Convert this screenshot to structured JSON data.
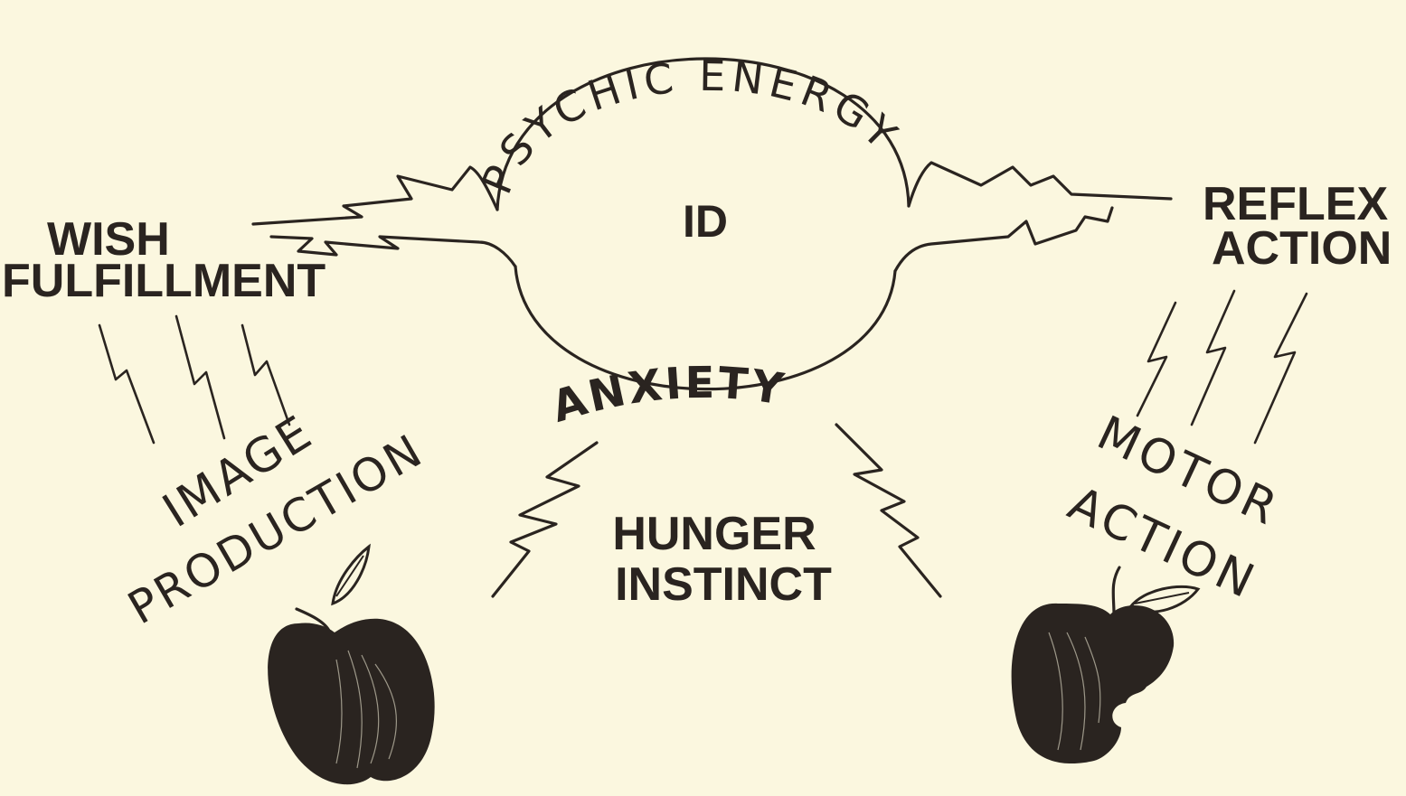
{
  "labels": {
    "psychic_energy": "PSYCHIC ENERGY",
    "id": "ID",
    "wish_line1": "WISH",
    "wish_line2": "FULFILLMENT",
    "reflex_line1": "REFLEX",
    "reflex_line2": "ACTION",
    "anxiety": "ANXIETY",
    "hunger_line1": "HUNGER",
    "hunger_line2": "INSTINCT",
    "image_line1": "IMAGE",
    "image_line2": "PRODUCTION",
    "motor_line1": "MOTOR",
    "motor_line2": "ACTION"
  },
  "colors": {
    "paper": "#fbf7df",
    "ink": "#2a2420"
  },
  "icons": [
    "apple-icon",
    "bitten-apple-icon",
    "lightning-bolt-icon"
  ]
}
